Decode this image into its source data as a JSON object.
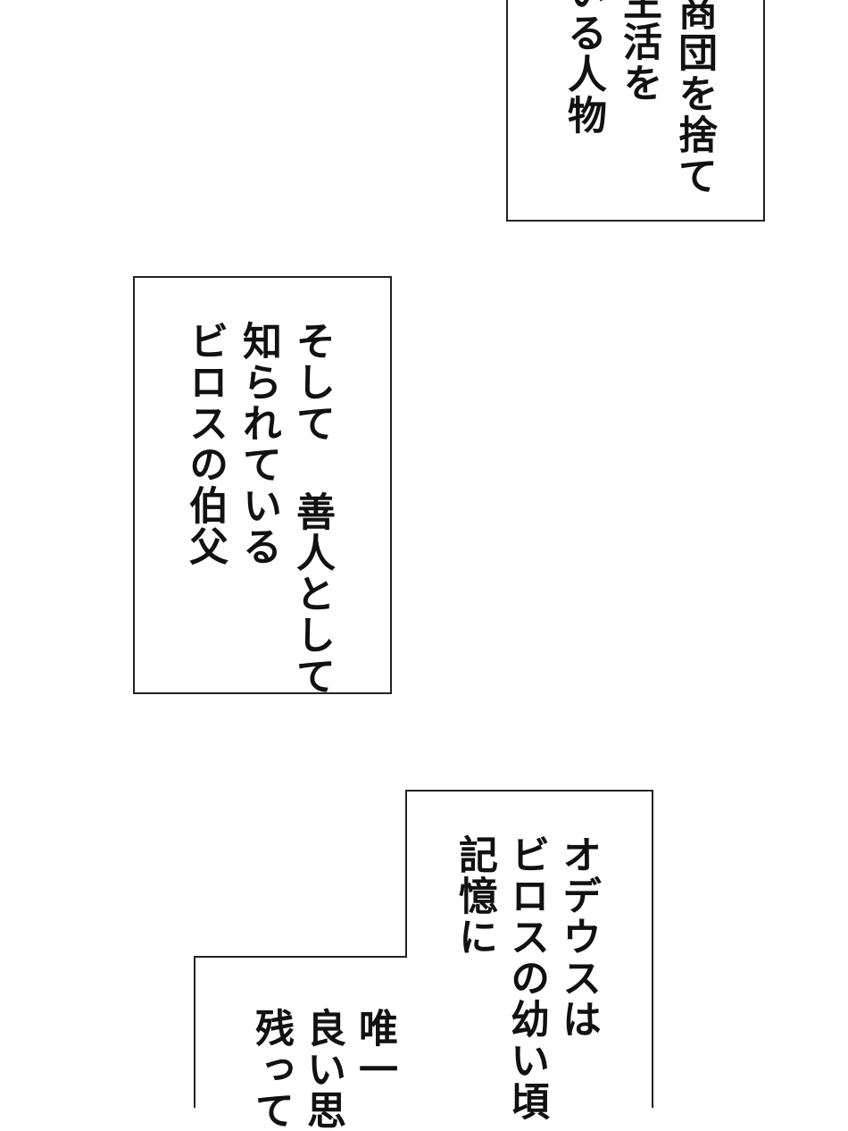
{
  "captions": [
    {
      "id": "caption-top",
      "lines": [
        "商団を捨て",
        "生活を",
        "いる人物"
      ]
    },
    {
      "id": "caption-middle",
      "lines": [
        "そして 善人として",
        "知られている",
        "ビロスの伯父"
      ]
    },
    {
      "id": "caption-bottom",
      "lines": [
        "オデウスは",
        "ビロスの幼い頃",
        "記憶に",
        "唯一",
        "良い思",
        "残って"
      ]
    }
  ]
}
